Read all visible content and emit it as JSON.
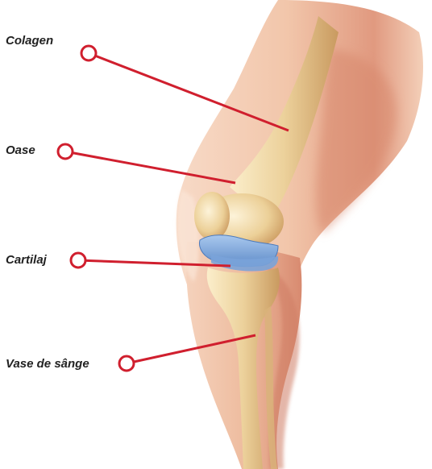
{
  "labels": {
    "colagen": "Colagen",
    "oase": "Oase",
    "cartilaj": "Cartilaj",
    "vase": "Vase de sânge"
  },
  "colors": {
    "leader": "#d01f2e",
    "skin_light": "#f8dccb",
    "skin_mid": "#eab294",
    "skin_dark": "#cf7a63",
    "bone_light": "#fbecc6",
    "bone_mid": "#e7c58a",
    "bone_dark": "#c9975c",
    "cartilage": "#8bb4e0",
    "cartilage_dark": "#5a86c6",
    "label_text": "#222222"
  }
}
